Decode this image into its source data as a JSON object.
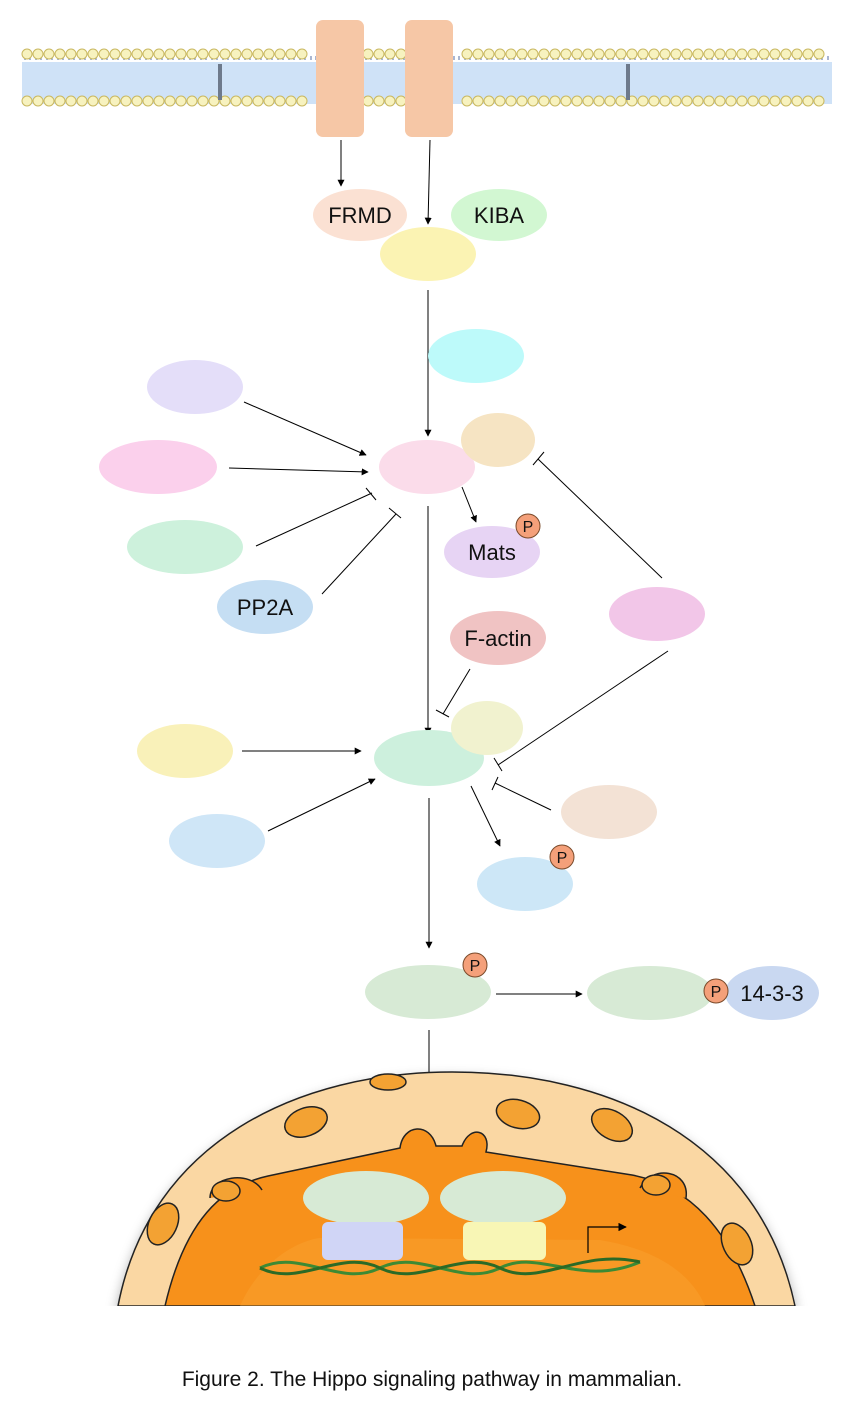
{
  "colors": {
    "receptor": "#f6c7a6",
    "frmd": "#fbe1d3",
    "kiba": "#d2f7d2",
    "yellow_node": "#fbf3b3",
    "cyan_node": "#bdfafa",
    "lavender_node": "#e4def9",
    "pink_node": "#fbd0ec",
    "mint_node": "#cdf1dc",
    "pp2a": "#c5def3",
    "central_pink": "#fbdcea",
    "tan_node": "#f6e4c3",
    "mats": "#e7d4f4",
    "fActin": "#f0c3c3",
    "magenta_node": "#f2c6e8",
    "ltyellow_node": "#f9f1b9",
    "ltblue_node": "#cfe6f7",
    "lats_node": "#cdf0dd",
    "cream_node": "#f1f2cf",
    "beige_node": "#f3e2d5",
    "sky_node": "#cde7f7",
    "yap_node": "#d7ead5",
    "p1433": "#c9d8f1",
    "phospho": "#f4a07a",
    "nuclear_outer": "#fad7a3",
    "nucleus": "#f7911b",
    "tf_lav": "#d0d5f6",
    "tf_yel": "#f8f6b5"
  },
  "nodes": {
    "frmd": "FRMD",
    "kiba": "KIBA",
    "mats": "Mats",
    "pp2a": "PP2A",
    "factin": "F-actin",
    "p1433": "14-3-3"
  },
  "phospho_label": "P",
  "caption": "Figure 2. The Hippo signaling pathway in mammalian."
}
